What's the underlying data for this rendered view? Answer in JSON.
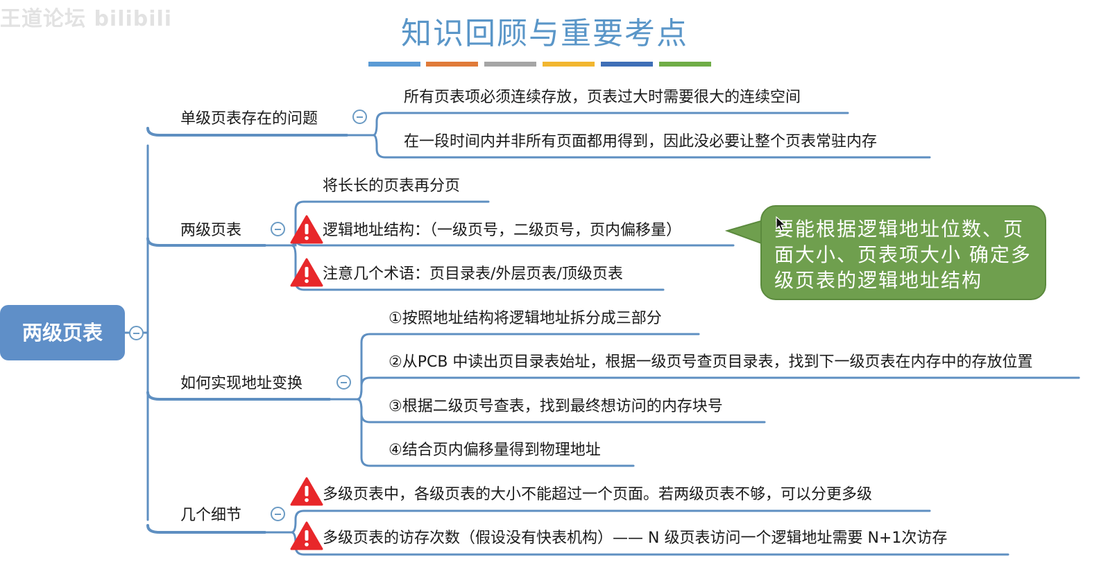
{
  "watermark": "王道论坛 bilibili",
  "title": "知识回顾与重要考点",
  "title_bar_colors": [
    "#5b9bd5",
    "#e07b39",
    "#a5a5a5",
    "#f2b630",
    "#3f6fb7",
    "#70ad47"
  ],
  "colors": {
    "branch_line": "#5e8fc1",
    "root_fill": "#5f8fc8",
    "callout_fill": "#6f9f4e",
    "warning": "#e8272a"
  },
  "root": {
    "label": "两级页表"
  },
  "branches": [
    {
      "label": "单级页表存在的问题",
      "children": [
        {
          "text": "所有页表项必须连续存放，页表过大时需要很大的连续空间",
          "warning": false
        },
        {
          "text": "在一段时间内并非所有页面都用得到，因此没必要让整个页表常驻内存",
          "warning": false
        }
      ]
    },
    {
      "label": "两级页表",
      "children": [
        {
          "text": "将长长的页表再分页",
          "warning": false
        },
        {
          "text": "逻辑地址结构：（一级页号，二级页号，页内偏移量）",
          "warning": true
        },
        {
          "text": "注意几个术语：页目录表/外层页表/顶级页表",
          "warning": true
        }
      ]
    },
    {
      "label": "如何实现地址变换",
      "children": [
        {
          "text": "①按照地址结构将逻辑地址拆分成三部分",
          "warning": false
        },
        {
          "text": "②从PCB 中读出页目录表始址，根据一级页号查页目录表，找到下一级页表在内存中的存放位置",
          "warning": false
        },
        {
          "text": "③根据二级页号查表，找到最终想访问的内存块号",
          "warning": false
        },
        {
          "text": "④结合页内偏移量得到物理地址",
          "warning": false
        }
      ]
    },
    {
      "label": "几个细节",
      "children": [
        {
          "text": "多级页表中，各级页表的大小不能超过一个页面。若两级页表不够，可以分更多级",
          "warning": true
        },
        {
          "text": "多级页表的访存次数（假设没有快表机构）—— N 级页表访问一个逻辑地址需要 N+1次访存",
          "warning": true
        }
      ]
    }
  ],
  "callout": {
    "text": "要能根据逻辑地址位数、页面大小、页表项大小 确定多级页表的逻辑地址结构"
  }
}
